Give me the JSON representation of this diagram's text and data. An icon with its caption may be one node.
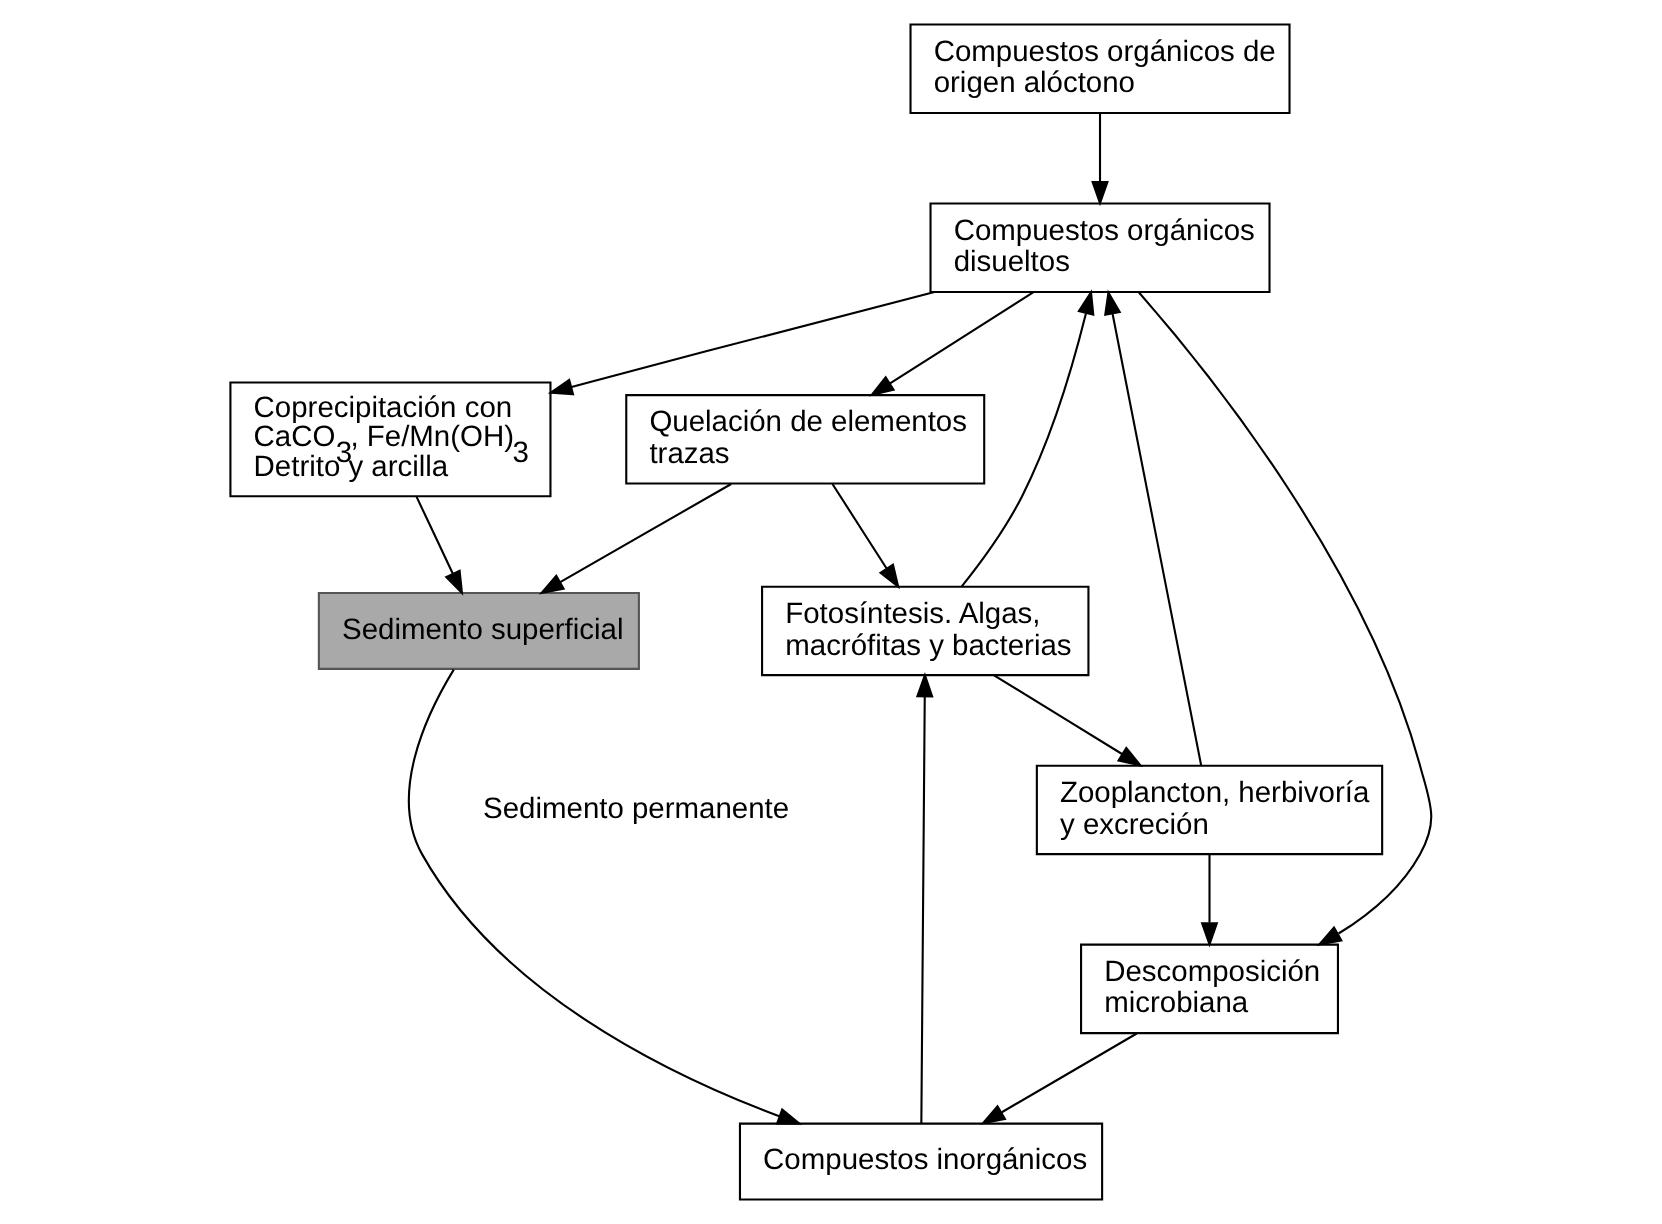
{
  "diagram": {
    "nodes": [
      {
        "text": [
          "Compuestos orgánicos de origen alóctono"
        ]
      },
      {
        "text": [
          "Fotosíntesis. Algas, macrófitas y bacterias"
        ]
      },
      {
        "text": [
          "Zooplancton, herbivoría y excreción"
        ]
      },
      {
        "text": [
          "Quelación de elementos trazas"
        ]
      },
      {
        "text": [
          "Compuestos orgánicos disueltos"
        ]
      },
      {
        "text": [
          "Compuestos inorgánicos"
        ]
      },
      {
        "text": [
          "Coprecipitación con CaCO$_{3}$, Fe/Mn(OH)$_{3}$ Detrito y arcilla"
        ]
      },
      {
        "text": [
          "Descomposición microbiana"
        ]
      },
      {
        "text": [
          "Sedimento superficial"
        ]
      }
    ],
    "edges": [
      {
        "from": 0,
        "to": 4,
        "arrow": "to"
      },
      {
        "from": 5,
        "to": 1,
        "arrow": "to"
      },
      {
        "from": 1,
        "to": 2,
        "arrow": "to"
      },
      {
        "from": 1,
        "to": 4,
        "arrow": "to"
      },
      {
        "from": 2,
        "to": 4,
        "arrow": "to"
      },
      {
        "from": 3,
        "to": 1,
        "arrow": "to"
      },
      {
        "from": 4,
        "to": 3,
        "arrow": "to"
      },
      {
        "from": 4,
        "to": 7,
        "arrow": "to"
      },
      {
        "from": 2,
        "to": 7,
        "arrow": "to"
      },
      {
        "from": 4,
        "to": 6,
        "arrow": "to"
      },
      {
        "from": 7,
        "to": 5,
        "arrow": "to"
      },
      {
        "from": 3,
        "to": 8,
        "arrow": "to"
      },
      {
        "from": 6,
        "to": 8,
        "arrow": "to"
      },
      {
        "from": 8,
        "to": 5,
        "arrow": "to"
      }
    ],
    "labels": [
      "Sedimento permanente"
    ]
  }
}
